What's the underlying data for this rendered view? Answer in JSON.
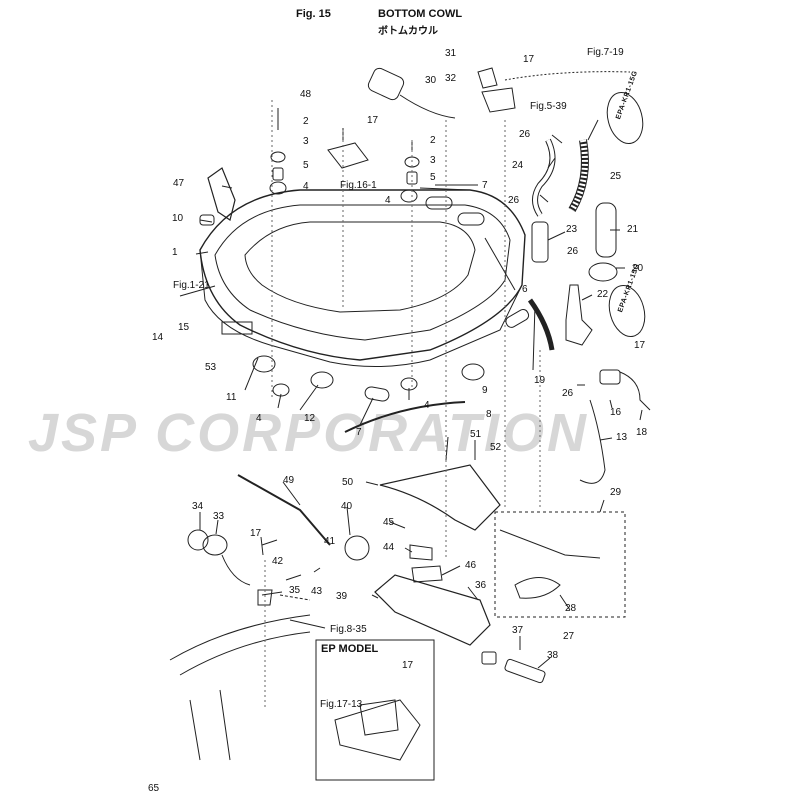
{
  "header": {
    "fig_number": "Fig. 15",
    "title_en": "BOTTOM COWL",
    "title_jp": "ボトムカウル"
  },
  "watermark": "JSP CORPORATION",
  "page_number": "65",
  "ep_model": {
    "title": "EP MODEL",
    "label_17": "17",
    "ref": "Fig.17-13"
  },
  "epa_tags": [
    "EPA-KR1-15G",
    "EPA-KR1-15G"
  ],
  "figure_refs": [
    "Fig.7-19",
    "Fig.5-39",
    "Fig.16-1",
    "Fig.1-21",
    "Fig.8-35"
  ],
  "part_labels": [
    "48",
    "2",
    "3",
    "5",
    "4",
    "47",
    "10",
    "1",
    "14",
    "15",
    "53",
    "11",
    "4",
    "31",
    "17",
    "30",
    "32",
    "17",
    "2",
    "3",
    "5",
    "4",
    "7",
    "12",
    "7",
    "4",
    "9",
    "8",
    "26",
    "24",
    "25",
    "26",
    "23",
    "21",
    "26",
    "20",
    "22",
    "6",
    "19",
    "17",
    "26",
    "16",
    "18",
    "13",
    "51",
    "52",
    "50",
    "49",
    "29",
    "34",
    "33",
    "40",
    "45",
    "44",
    "17",
    "41",
    "42",
    "43",
    "35",
    "46",
    "39",
    "36",
    "28",
    "27",
    "37",
    "38"
  ]
}
